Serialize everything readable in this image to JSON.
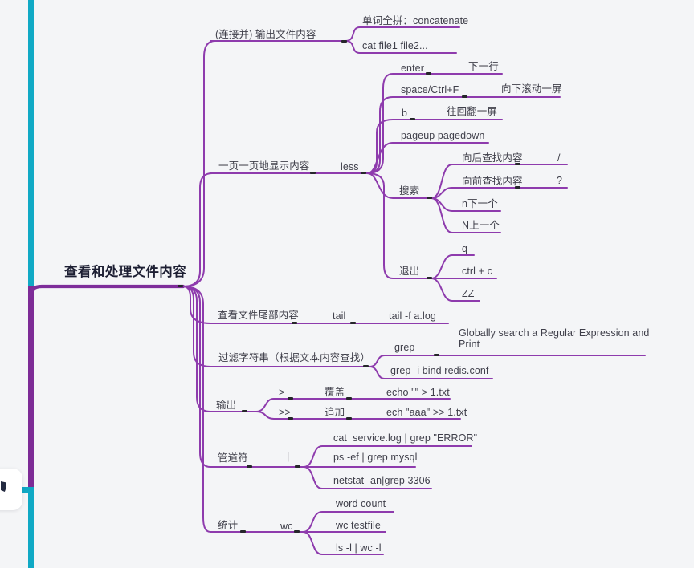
{
  "palette": {
    "line": "#8e3bad",
    "thick": "#7e2d9a",
    "teal": "#10a9c5",
    "bar-purple": "#7d2b96",
    "bg": "#f4f5f7",
    "text": "#3f3f4a",
    "root-text": "#1d1f33",
    "tick": "#26262b"
  },
  "map": {
    "root": "查看和处理文件内容",
    "cat": {
      "topic": "(连接并) 输出文件内容",
      "fullname": "单词全拼：concatenate",
      "example": "cat file1 file2..."
    },
    "less": {
      "topic": "一页一页地显示内容",
      "cmd": "less",
      "enter": {
        "key": "enter",
        "desc": "下一行"
      },
      "space": {
        "key": "space/Ctrl+F",
        "desc": "向下滚动一屏"
      },
      "b": {
        "key": "b",
        "desc": "往回翻一屏"
      },
      "page": {
        "key": "pageup pagedown"
      },
      "search": {
        "topic": "搜索",
        "back": {
          "label": "向后查找内容",
          "key": "/"
        },
        "forward": {
          "label": "向前查找内容",
          "key": "?"
        },
        "next": "n下一个",
        "prev": "N上一个"
      },
      "quit": {
        "topic": "退出",
        "keys": [
          "q",
          "ctrl + c",
          "ZZ"
        ]
      }
    },
    "tail": {
      "topic": "查看文件尾部内容",
      "cmd": "tail",
      "example": "tail -f a.log"
    },
    "grep": {
      "topic": "过滤字符串（根据文本内容查找）",
      "cmd": "grep",
      "fullname": "Globally search a Regular Expression and Print",
      "example": "grep -i bind redis.conf"
    },
    "output": {
      "topic": "输出",
      "overwrite": {
        "key": ">",
        "desc": "覆盖",
        "example": "echo \"\" > 1.txt"
      },
      "append": {
        "key": ">>",
        "desc": "追加",
        "example": "ech \"aaa\" >> 1.txt"
      }
    },
    "pipe": {
      "topic": "管道符",
      "cmd": "|",
      "examples": [
        "cat  service.log | grep \"ERROR\"",
        "ps -ef | grep mysql",
        "netstat -an|grep 3306"
      ]
    },
    "wc": {
      "topic": "统计",
      "cmd": "wc",
      "fullname": "word count",
      "examples": [
        "wc testfile",
        "ls -l | wc -l"
      ]
    }
  }
}
